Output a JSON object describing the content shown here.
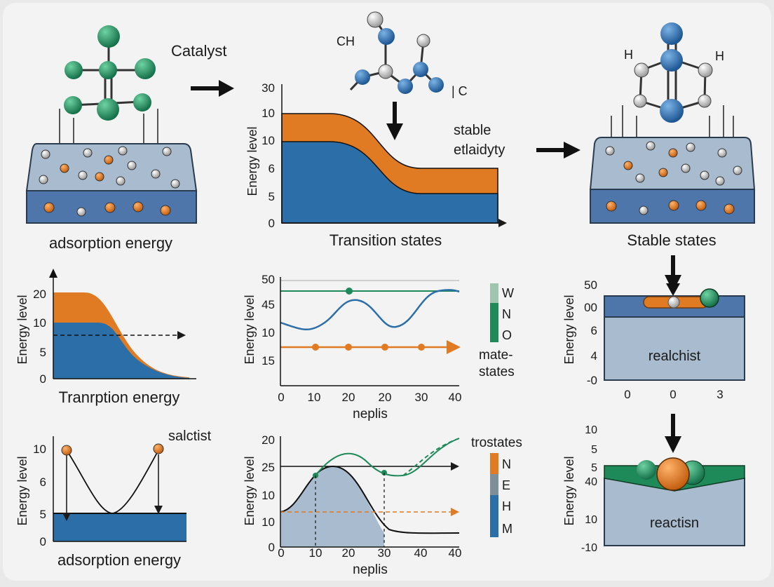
{
  "colors": {
    "orange": "#e07b24",
    "blue": "#2b6ea8",
    "green": "#1e8a5a",
    "gray": "#c9c9c9",
    "slate": "#a9bccf",
    "panel": "#f3f3f3",
    "dark": "#1a1a1a"
  },
  "top": {
    "catalyst_label": "Catalyst",
    "left_caption": "adsorption energy",
    "mol_label_ch": "CH",
    "mol_label_c": "| C",
    "center_ticks": [
      "30",
      "10",
      "10",
      "6",
      "5",
      "0"
    ],
    "center_ylabel": "Energy level",
    "center_caption": "Transition states",
    "stable_lines": [
      "stable",
      "etlaidyty"
    ],
    "right_h_left": "H",
    "right_h_right": "H",
    "right_caption": "Stable states"
  },
  "mid": {
    "left_ticks": [
      "20",
      "10",
      "5",
      "0"
    ],
    "left_ylabel": "Energy level",
    "left_caption": "Tranrption energy",
    "center_y_ticks": [
      "50",
      "45",
      "10",
      "15"
    ],
    "center_x_ticks": [
      "0",
      "10",
      "20",
      "20",
      "30",
      "40"
    ],
    "center_ylabel": "Energy level",
    "center_xlabel": "neplis",
    "legend": [
      "W",
      "N",
      "O"
    ],
    "legend_caption": [
      "mate-",
      "states"
    ],
    "right_y_ticks": [
      "50",
      "00",
      "6",
      "4",
      "-0"
    ],
    "right_x_ticks": [
      "0",
      "0",
      "3"
    ],
    "right_ylabel": "Energy level",
    "right_box_label": "realchist"
  },
  "bot": {
    "left_label": "salctist",
    "left_ticks": [
      "10",
      "6",
      "5",
      "0"
    ],
    "left_ylabel": "Energy level",
    "left_caption": "adsorption energy",
    "center_y_ticks": [
      "20",
      "25",
      "10",
      "10",
      "0"
    ],
    "center_x_ticks": [
      "10",
      "20",
      "30",
      "40"
    ],
    "center_ylabel": "Energy level",
    "center_xlabel": "neplis",
    "legend_title": "trostates",
    "legend": [
      "N",
      "E",
      "H",
      "M"
    ],
    "right_y_ticks": [
      "10",
      "5",
      "5",
      "40",
      "10",
      "-10"
    ],
    "right_ylabel": "Energy level",
    "right_box_label": "reactisn"
  }
}
